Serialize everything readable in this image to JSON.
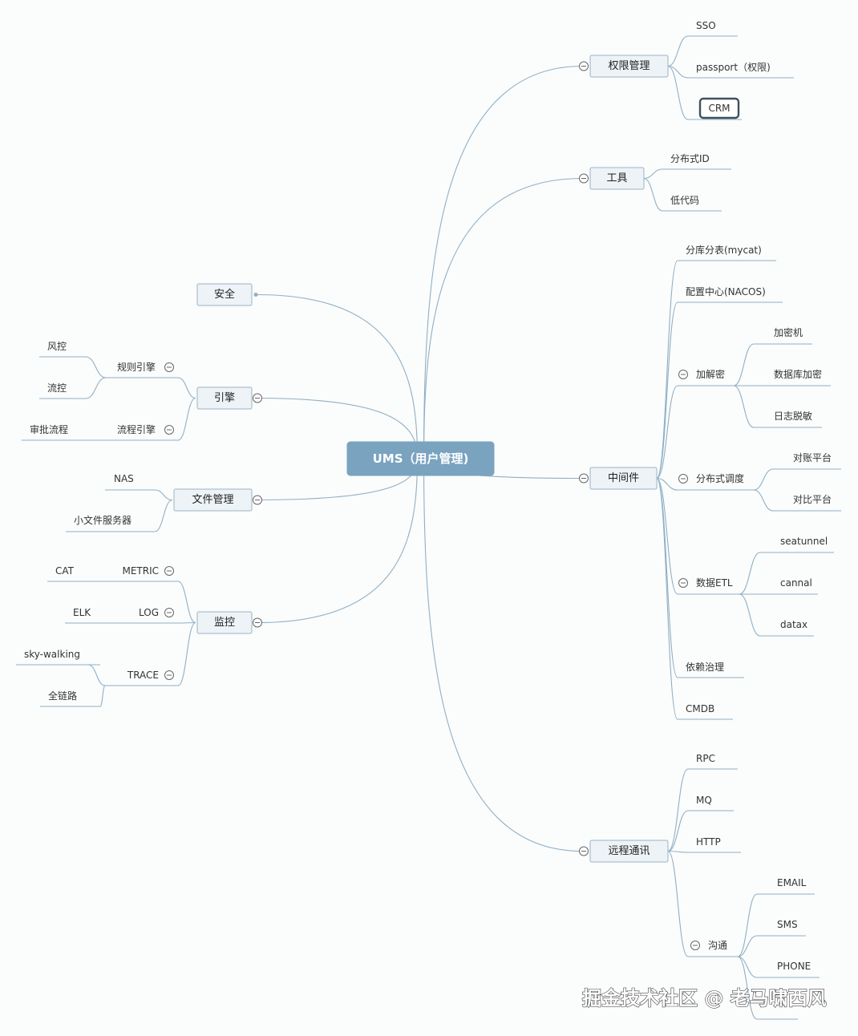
{
  "root": {
    "label": "UMS（用户管理)"
  },
  "branches": [
    {
      "id": "quanxian",
      "label": "权限管理",
      "children": [
        {
          "label": "SSO"
        },
        {
          "label": "passport（权限)"
        },
        {
          "label": "CRM",
          "selected": true
        }
      ]
    },
    {
      "id": "gongju",
      "label": "工具",
      "children": [
        {
          "label": "分布式ID"
        },
        {
          "label": "低代码"
        }
      ]
    },
    {
      "id": "zhongjianjian",
      "label": "中间件",
      "children": [
        {
          "label": "分库分表(mycat)"
        },
        {
          "label": "配置中心(NACOS)"
        },
        {
          "label": "加解密",
          "children": [
            {
              "label": "加密机"
            },
            {
              "label": "数据库加密"
            },
            {
              "label": "日志脱敏"
            }
          ]
        },
        {
          "label": "分布式调度",
          "children": [
            {
              "label": "对账平台"
            },
            {
              "label": "对比平台"
            }
          ]
        },
        {
          "label": "数据ETL",
          "children": [
            {
              "label": "seatunnel"
            },
            {
              "label": "cannal"
            },
            {
              "label": "datax"
            }
          ]
        },
        {
          "label": "依赖治理"
        },
        {
          "label": "CMDB"
        }
      ]
    },
    {
      "id": "yuancheng",
      "label": "远程通讯",
      "children": [
        {
          "label": "RPC"
        },
        {
          "label": "MQ"
        },
        {
          "label": "HTTP"
        },
        {
          "label": "沟通",
          "children": [
            {
              "label": "EMAIL"
            },
            {
              "label": "SMS"
            },
            {
              "label": "PHONE"
            },
            {
              "label": ""
            }
          ]
        }
      ]
    },
    {
      "id": "anquan",
      "label": "安全",
      "children": []
    },
    {
      "id": "yinqing",
      "label": "引擎",
      "children": [
        {
          "label": "规则引擎",
          "children": [
            {
              "label": "风控"
            },
            {
              "label": "流控"
            }
          ]
        },
        {
          "label": "流程引擎",
          "children": [
            {
              "label": "审批流程"
            }
          ]
        }
      ]
    },
    {
      "id": "wenjian",
      "label": "文件管理",
      "children": [
        {
          "label": "NAS"
        },
        {
          "label": "小文件服务器"
        }
      ]
    },
    {
      "id": "jiankong",
      "label": "监控",
      "children": [
        {
          "label": "METRIC",
          "children": [
            {
              "label": "CAT"
            }
          ]
        },
        {
          "label": "LOG",
          "children": [
            {
              "label": "ELK"
            }
          ]
        },
        {
          "label": "TRACE",
          "children": [
            {
              "label": "sky-walking"
            },
            {
              "label": "全链路"
            }
          ]
        }
      ]
    }
  ],
  "watermark": "掘金技术社区 @ 老马啸西风",
  "colors": {
    "root_fill": "#7aa3bf",
    "node_fill": "#edf3f7",
    "node_border": "#9bb3c4",
    "line": "#8fb0c4",
    "selected_border": "#3f4f5c"
  }
}
